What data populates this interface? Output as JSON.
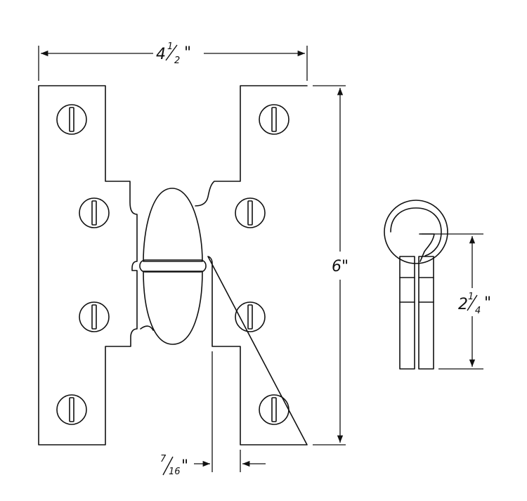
{
  "drawing": {
    "dimensions": {
      "overall_width": {
        "whole": "4",
        "num": "1",
        "den": "2",
        "mark": "\""
      },
      "overall_height": {
        "text": "6\""
      },
      "offset": {
        "num": "7",
        "den": "16",
        "mark": "\""
      },
      "side_height": {
        "whole": "2",
        "num": "1",
        "den": "4",
        "mark": "\""
      }
    },
    "colors": {
      "line": "#111111",
      "background": "#ffffff"
    }
  }
}
